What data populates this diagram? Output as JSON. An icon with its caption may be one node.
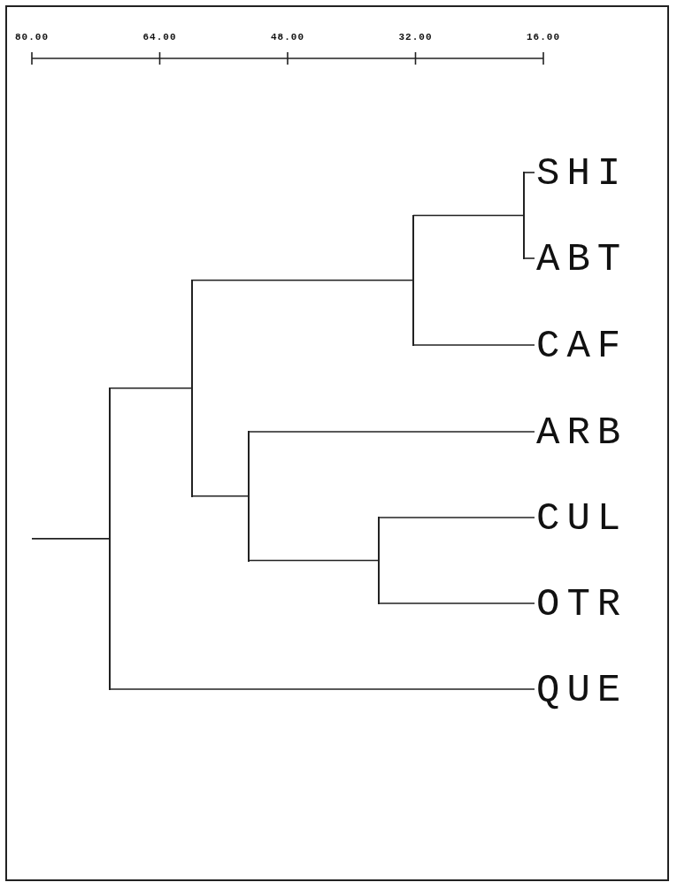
{
  "diagram": {
    "nodes": [
      {
        "text": [
          "SHI"
        ]
      },
      {
        "text": [
          "ABT"
        ]
      },
      {
        "text": [
          "CAF"
        ]
      },
      {
        "text": [
          "ARB"
        ]
      },
      {
        "text": [
          "CUL"
        ]
      },
      {
        "text": [
          "OTR"
        ]
      },
      {
        "text": [
          "QUE"
        ]
      },
      {
        "text": [],
        "shape": "line"
      },
      {
        "text": [],
        "shape": "line"
      },
      {
        "text": [],
        "shape": "line"
      },
      {
        "text": [],
        "shape": "line"
      },
      {
        "text": [],
        "shape": "line"
      },
      {
        "text": [],
        "shape": "line"
      }
    ],
    "edges": [
      {
        "from": 7,
        "to": 0,
        "arrow": "none"
      },
      {
        "from": 7,
        "to": 1,
        "arrow": "none"
      },
      {
        "from": 8,
        "to": 7,
        "arrow": "none"
      },
      {
        "from": 8,
        "to": 2,
        "arrow": "none"
      },
      {
        "from": 9,
        "to": 4,
        "arrow": "none"
      },
      {
        "from": 9,
        "to": 5,
        "arrow": "none"
      },
      {
        "from": 10,
        "to": 3,
        "arrow": "none"
      },
      {
        "from": 10,
        "to": 9,
        "arrow": "none"
      },
      {
        "from": 11,
        "to": 8,
        "arrow": "none"
      },
      {
        "from": 11,
        "to": 10,
        "arrow": "none"
      },
      {
        "from": 12,
        "to": 11,
        "arrow": "none"
      },
      {
        "from": 12,
        "to": 6,
        "arrow": "none"
      },
      {
        "from": null,
        "to": 12,
        "arrow": "none"
      }
    ],
    "labels": [
      "80.00",
      "64.00",
      "48.00",
      "32.00",
      "16.00"
    ]
  }
}
